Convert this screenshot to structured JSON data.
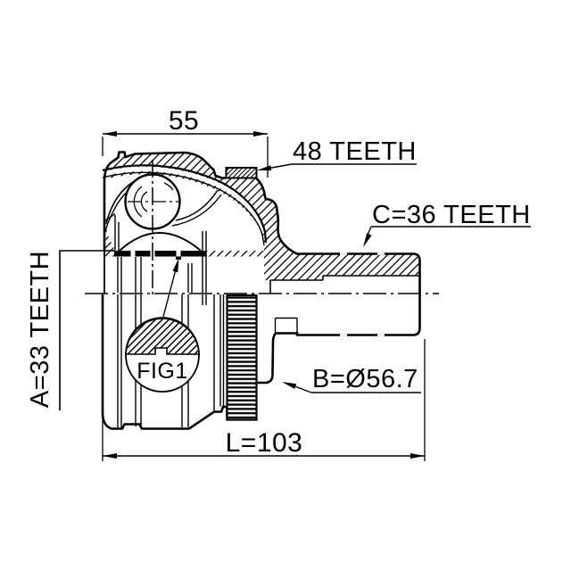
{
  "colors": {
    "background": "#ffffff",
    "line": "#000000"
  },
  "labels": {
    "dim_width_top": "55",
    "abs_ring_teeth": "48 TEETH",
    "shaft_spline_teeth": "C=36 TEETH",
    "inner_spline_teeth": "A=33 TEETH",
    "abs_ring_diameter": "B=Ø56.7",
    "overall_length": "L=103",
    "figure_reference": "FIG1"
  }
}
